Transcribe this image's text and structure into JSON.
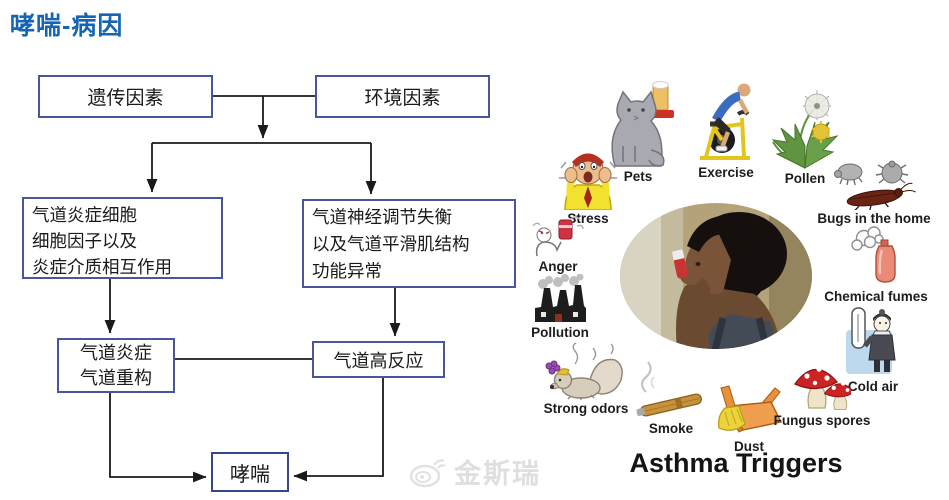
{
  "page": {
    "title": "哮喘-病因"
  },
  "flowchart": {
    "genetic": "遗传因素",
    "environment": "环境因素",
    "inflammation_cells": [
      "气道炎症细胞",
      "细胞因子以及",
      "炎症介质相互作用"
    ],
    "neural_imbalance": [
      "气道神经调节失衡",
      "以及气道平滑肌结构",
      "功能异常"
    ],
    "airway_inflammation": [
      "气道炎症",
      "气道重构"
    ],
    "hyperresponsiveness": "气道高反应",
    "asthma": "哮喘"
  },
  "illustration": {
    "caption": "Asthma Triggers",
    "triggers": [
      {
        "icon": "cat-icon",
        "label": "Pets"
      },
      {
        "icon": "exercise-bike-icon",
        "label": "Exercise"
      },
      {
        "icon": "dandelion-icon",
        "label": "Pollen"
      },
      {
        "icon": "stressed-person-icon",
        "label": "Stress"
      },
      {
        "icon": "insects-icon",
        "label": "Bugs in the home"
      },
      {
        "icon": "angry-person-icon",
        "label": "Anger"
      },
      {
        "icon": "spray-can-icon",
        "label": "Chemical fumes"
      },
      {
        "icon": "factory-icon",
        "label": "Pollution"
      },
      {
        "icon": "cold-person-icon",
        "label": "Cold air"
      },
      {
        "icon": "skunk-icon",
        "label": "Strong odors"
      },
      {
        "icon": "cigar-icon",
        "label": "Smoke"
      },
      {
        "icon": "dustpan-icon",
        "label": "Dust"
      },
      {
        "icon": "mushrooms-icon",
        "label": "Fungus spores"
      }
    ],
    "center_photo_alt": "woman using inhaler"
  },
  "watermark": {
    "text": "金斯瑞"
  },
  "colors": {
    "title": "#1565b5",
    "box_border": "#4a569b",
    "line": "#1a1a1a",
    "caption": "#151515"
  }
}
